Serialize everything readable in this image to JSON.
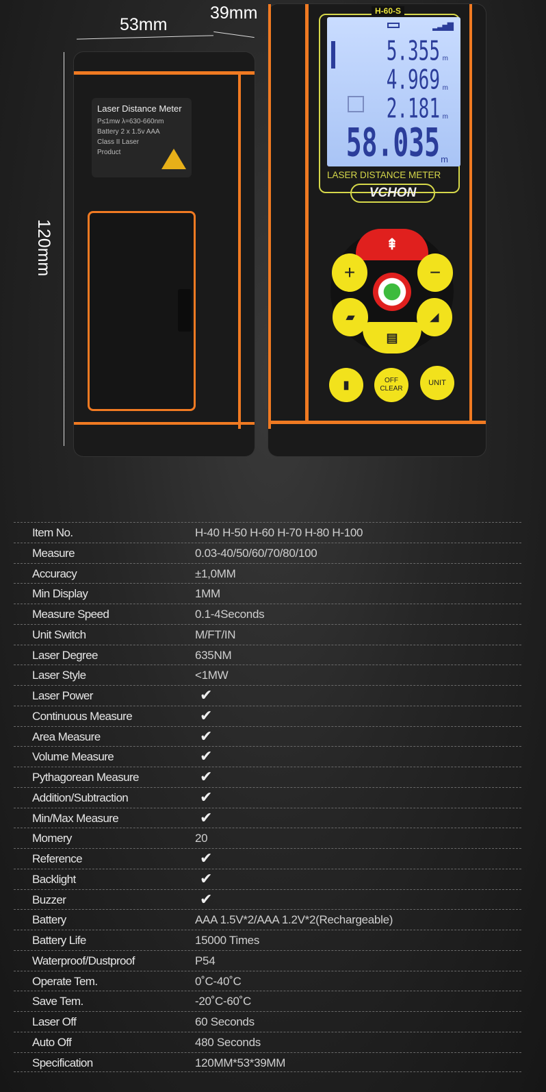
{
  "product": {
    "dim_width": "53mm",
    "dim_depth": "39mm",
    "dim_height": "120mm",
    "back_label": {
      "title": "Laser Distance Meter",
      "lines": [
        "P≤1mw  λ=630-660nm",
        "Battery  2 x 1.5v AAA",
        "Class II Laser",
        "Product"
      ]
    },
    "model_badge": "H-60-S",
    "lcd_readings": [
      "5.355",
      "4.969",
      "2.181",
      "58.035"
    ],
    "lcd_unit": "m",
    "screen_caption": "LASER DISTANCE METER",
    "brand": "VCHON",
    "buttons": {
      "off_clear_1": "OFF",
      "off_clear_2": "CLEAR",
      "unit": "UNIT",
      "plus": "+",
      "minus": "−"
    },
    "colors": {
      "accent": "#f07a22",
      "button_yellow": "#f2e21c",
      "button_red": "#e0201e",
      "lcd": "#b9d0fa"
    }
  },
  "specs": [
    {
      "label": "Item No.",
      "value": "H-40  H-50  H-60  H-70  H-80  H-100"
    },
    {
      "label": "Measure",
      "value": "0.03-40/50/60/70/80/100"
    },
    {
      "label": "Accuracy",
      "value": "±1,0MM"
    },
    {
      "label": "Min Display",
      "value": "1MM"
    },
    {
      "label": "Measure Speed",
      "value": "0.1-4Seconds"
    },
    {
      "label": "Unit Switch",
      "value": "M/FT/IN"
    },
    {
      "label": "Laser Degree",
      "value": "635NM"
    },
    {
      "label": "Laser Style",
      "value": "<1MW"
    },
    {
      "label": "Laser Power",
      "value": "✔"
    },
    {
      "label": "Continuous Measure",
      "value": "✔"
    },
    {
      "label": "Area Measure",
      "value": "✔"
    },
    {
      "label": "Volume Measure",
      "value": "✔"
    },
    {
      "label": "Pythagorean Measure",
      "value": "✔"
    },
    {
      "label": "Addition/Subtraction",
      "value": "✔"
    },
    {
      "label": "Min/Max Measure",
      "value": "✔"
    },
    {
      "label": "Momery",
      "value": "20"
    },
    {
      "label": "Reference",
      "value": "✔"
    },
    {
      "label": "Backlight",
      "value": "✔"
    },
    {
      "label": "Buzzer",
      "value": "✔"
    },
    {
      "label": "Battery",
      "value": "AAA 1.5V*2/AAA 1.2V*2(Rechargeable)"
    },
    {
      "label": "Battery Life",
      "value": "15000 Times"
    },
    {
      "label": "Waterproof/Dustproof",
      "value": "P54"
    },
    {
      "label": "Operate Tem.",
      "value": "0˚C-40˚C"
    },
    {
      "label": "Save Tem.",
      "value": "-20˚C-60˚C"
    },
    {
      "label": "Laser Off",
      "value": "60 Seconds"
    },
    {
      "label": "Auto Off",
      "value": "480 Seconds"
    },
    {
      "label": "Specification",
      "value": "120MM*53*39MM"
    }
  ]
}
